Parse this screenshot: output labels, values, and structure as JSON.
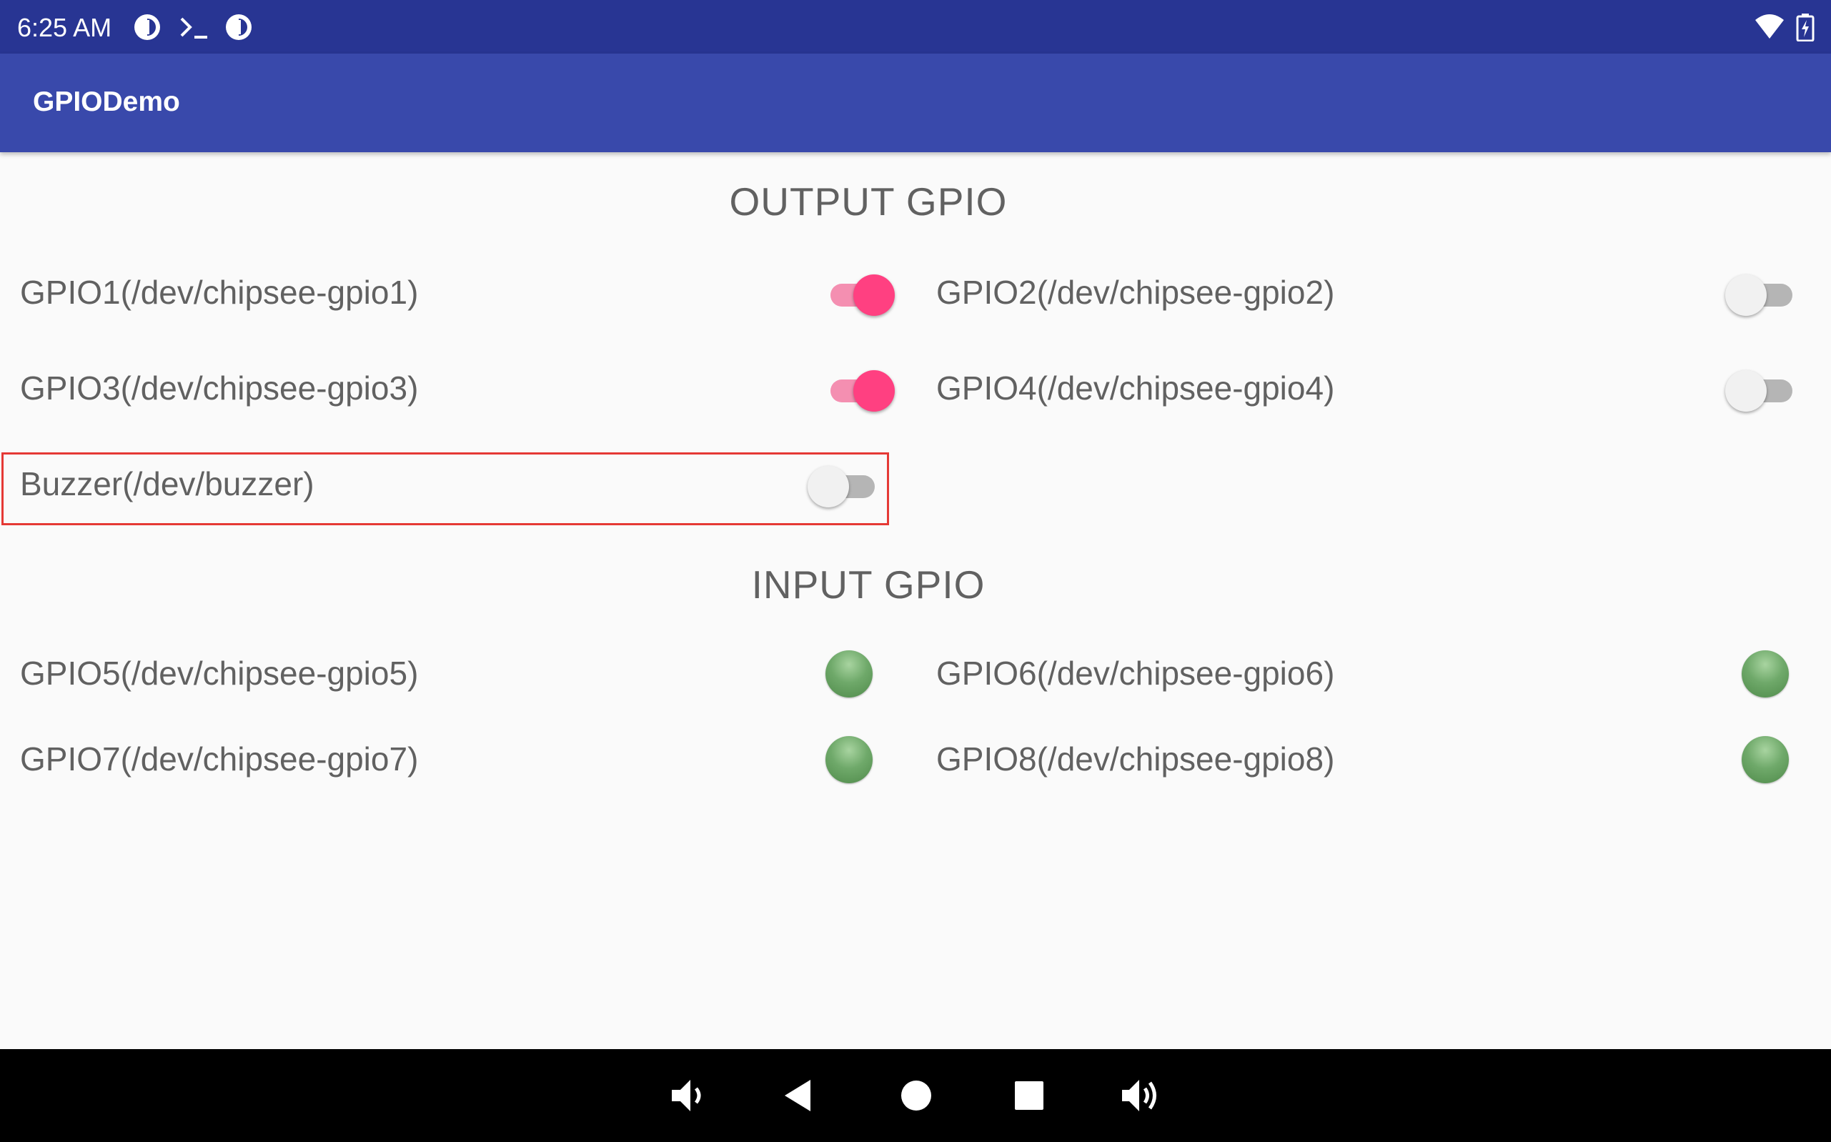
{
  "status_bar": {
    "time": "6:25 AM",
    "left_icons": [
      "app-notification-icon",
      "terminal-icon",
      "app-notification-icon"
    ],
    "right_icons": [
      "wifi-icon",
      "battery-charging-icon"
    ]
  },
  "app_bar": {
    "title": "GPIODemo"
  },
  "output_section": {
    "heading": "OUTPUT GPIO",
    "items": [
      {
        "label": "GPIO1(/dev/chipsee-gpio1)",
        "checked": true
      },
      {
        "label": "GPIO2(/dev/chipsee-gpio2)",
        "checked": false
      },
      {
        "label": "GPIO3(/dev/chipsee-gpio3)",
        "checked": true
      },
      {
        "label": "GPIO4(/dev/chipsee-gpio4)",
        "checked": false
      },
      {
        "label": "Buzzer(/dev/buzzer)",
        "checked": false
      }
    ]
  },
  "input_section": {
    "heading": "INPUT GPIO",
    "items": [
      {
        "label": "GPIO5(/dev/chipsee-gpio5)",
        "led_color": "#6fa96a"
      },
      {
        "label": "GPIO6(/dev/chipsee-gpio6)",
        "led_color": "#6fa96a"
      },
      {
        "label": "GPIO7(/dev/chipsee-gpio7)",
        "led_color": "#6fa96a"
      },
      {
        "label": "GPIO8(/dev/chipsee-gpio8)",
        "led_color": "#6fa96a"
      }
    ]
  },
  "nav_bar": {
    "buttons": [
      "volume-down-icon",
      "back-icon",
      "home-icon",
      "recents-icon",
      "volume-up-icon"
    ]
  },
  "colors": {
    "status_bar": "#283593",
    "app_bar": "#3949ab",
    "switch_on": "#ff4081",
    "switch_on_track": "#f48fb1",
    "led_green": "#6fa96a",
    "highlight_border": "#e53935"
  }
}
